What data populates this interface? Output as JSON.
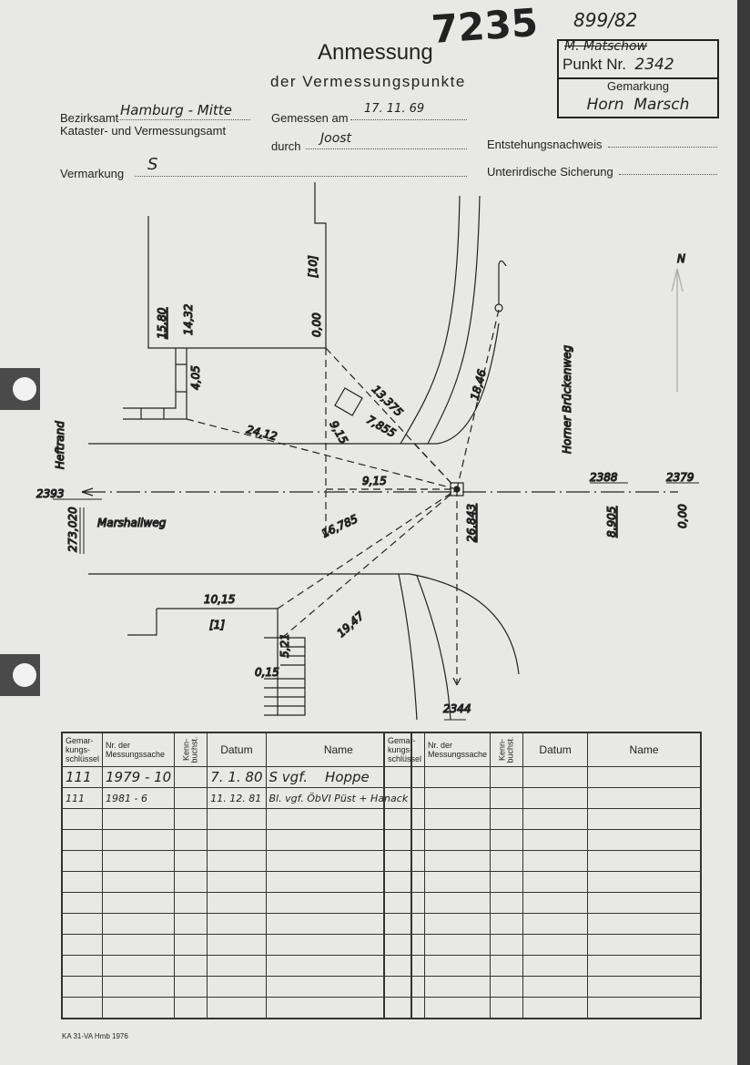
{
  "header": {
    "file_number": "7235",
    "ref_number": "899/82",
    "crossed_out_name": "M. Matschow",
    "title": "Anmessung",
    "subtitle": "der Vermessungspunkte",
    "punkt_label": "Punkt Nr.",
    "punkt_value": "2342",
    "gemarkung_label": "Gemarkung",
    "gemarkung_value": "Horn  Marsch",
    "bezirksamt_label": "Bezirksamt",
    "bezirksamt_value": "Hamburg - Mitte",
    "amt_label": "Kataster- und Vermessungsamt",
    "gemessen_label": "Gemessen am",
    "gemessen_value": "17. 11. 69",
    "durch_label": "durch",
    "durch_value": "Joost",
    "entstehung_label": "Entstehungsnachweis",
    "vermarkung_label": "Vermarkung",
    "vermarkung_value": "S",
    "sicherung_label": "Unterirdische Sicherung"
  },
  "sketch": {
    "labels": {
      "m1580": "15,80",
      "m1432": "14,32",
      "b10": "[10]",
      "m000a": "0,00",
      "m405": "4,05",
      "m13375": "13,375",
      "m7855": "7,855",
      "m915v": "9,15",
      "m2412": "24,12",
      "m915": "9,15",
      "m1846": "18,46",
      "street_east": "Horner Brückenweg",
      "p2388": "2388",
      "p2379": "2379",
      "m8905": "8,905",
      "m000b": "0,00",
      "m26843": "26,843",
      "p2393": "2393",
      "m273020": "273,020",
      "street_west": "Marshallweg",
      "m16785": "16,785",
      "m1947": "19,47",
      "m1015": "10,15",
      "b1": "[1]",
      "m521": "5,21",
      "m015": "0,15",
      "p2344": "2344",
      "heftrand": "Heftrand",
      "north": "N"
    }
  },
  "table": {
    "headers": [
      "Gemar-\nkungs-\nschlüssel",
      "Nr. der Messungssache",
      "Kenn-\nbuchst.",
      "Datum",
      "Name"
    ],
    "left_rows": [
      [
        "111",
        "1979 - 10",
        "",
        "7. 1. 80",
        "S vgf.    Hoppe"
      ],
      [
        "111",
        "1981 - 6",
        "",
        "11. 12. 81",
        "Bl. vgf. ÖbVI Püst + Hanack"
      ]
    ],
    "empty_rows": 10,
    "right_empty_rows": 13
  },
  "footer": {
    "form_code": "KA 31-VA Hmb 1976"
  }
}
